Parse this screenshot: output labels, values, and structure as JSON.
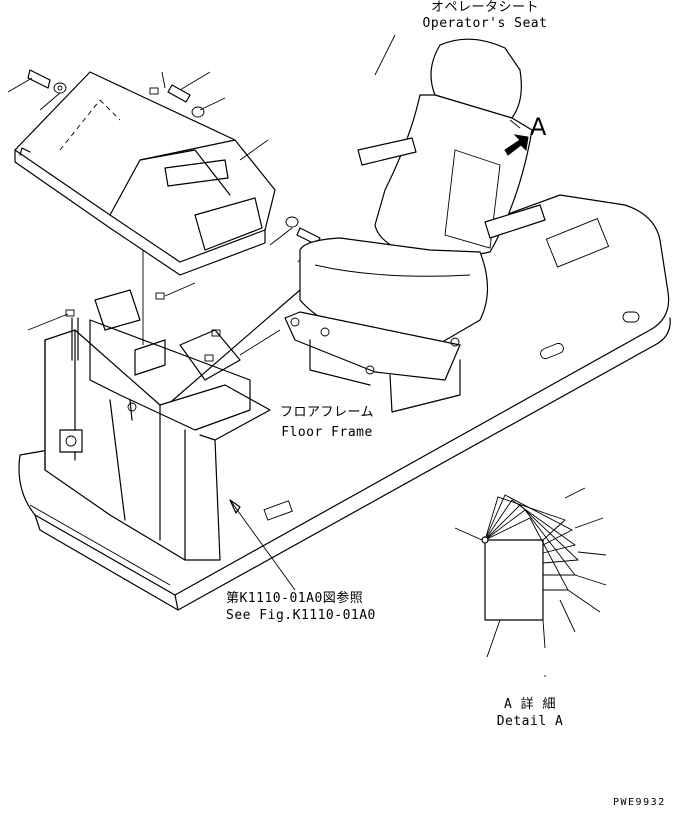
{
  "labels": {
    "seat_jp": "オペレータシート",
    "seat_en": "Operator's Seat",
    "view_a": "A",
    "frame_jp": "フロアフレーム",
    "frame_en": "Floor Frame",
    "ref_jp": "第K1110-01A0図参照",
    "ref_en": "See Fig.K1110-01A0",
    "detail_jp": "A 詳 細",
    "detail_en": "Detail A",
    "drawing_code": "PWE9932"
  }
}
